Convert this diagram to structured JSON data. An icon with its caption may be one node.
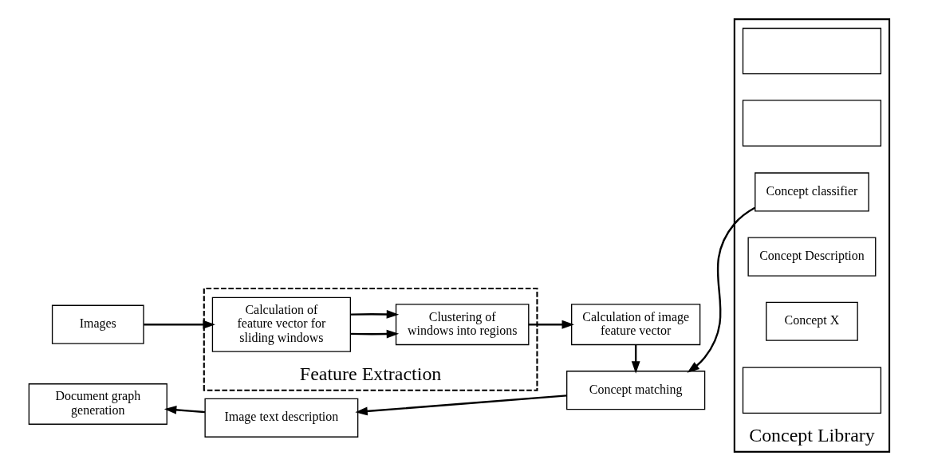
{
  "diagram": {
    "nodes": [
      {
        "text": [
          "Images"
        ]
      },
      {
        "text": [
          "Feature Extraction"
        ]
      },
      {
        "text": [
          "Calculation of feature vector for sliding windows"
        ],
        "in": 1
      },
      {
        "text": [
          "Clustering of windows into regions"
        ],
        "in": 1
      },
      {
        "text": [
          "Calculation of image feature vector"
        ]
      },
      {
        "text": [
          "Concept Library"
        ]
      },
      {
        "text": [],
        "shape": "box",
        "in": 5
      },
      {
        "text": [
          "Concept X"
        ],
        "in": 5
      },
      {
        "text": [
          "Concept Description"
        ],
        "in": 5
      },
      {
        "text": [
          "Concept classifier"
        ],
        "in": 5
      },
      {
        "text": [],
        "shape": "box",
        "in": 5
      },
      {
        "text": [],
        "shape": "box",
        "in": 5
      },
      {
        "text": [
          "Concept matching"
        ]
      },
      {
        "text": [
          "Image text description"
        ]
      },
      {
        "text": [
          "Document graph generation"
        ]
      }
    ],
    "edges": [
      {
        "from": 0,
        "to": 2,
        "arrow": "to"
      },
      {
        "from": 2,
        "to": 3,
        "arrow": "to"
      },
      {
        "from": 2,
        "to": 3,
        "arrow": "to"
      },
      {
        "from": 3,
        "to": 4,
        "arrow": "to"
      },
      {
        "from": 4,
        "to": 12,
        "arrow": "to"
      },
      {
        "from": 9,
        "to": 12,
        "arrow": "to"
      },
      {
        "from": 12,
        "to": 13,
        "arrow": "to"
      },
      {
        "from": 13,
        "to": 14,
        "arrow": "to"
      }
    ]
  }
}
